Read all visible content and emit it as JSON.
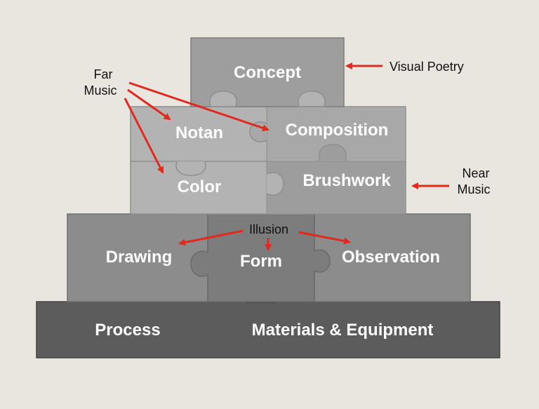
{
  "diagram": {
    "pieces": {
      "concept": "Concept",
      "notan": "Notan",
      "composition": "Composition",
      "color": "Color",
      "brushwork": "Brushwork",
      "drawing": "Drawing",
      "form": "Form",
      "observation": "Observation",
      "process": "Process",
      "materials": "Materials & Equipment"
    },
    "annotations": {
      "visual_poetry": "Visual Poetry",
      "far_music_line1": "Far",
      "far_music_line2": "Music",
      "near_music_line1": "Near",
      "near_music_line2": "Music",
      "illusion": "Illusion"
    },
    "colors": {
      "background": "#e9e6df",
      "base": "#5c5c5c",
      "tier_light": "#b3b3b3",
      "tier_mid": "#9a9a9a",
      "tier_dark": "#858585",
      "arrow": "#e02a1f"
    }
  }
}
